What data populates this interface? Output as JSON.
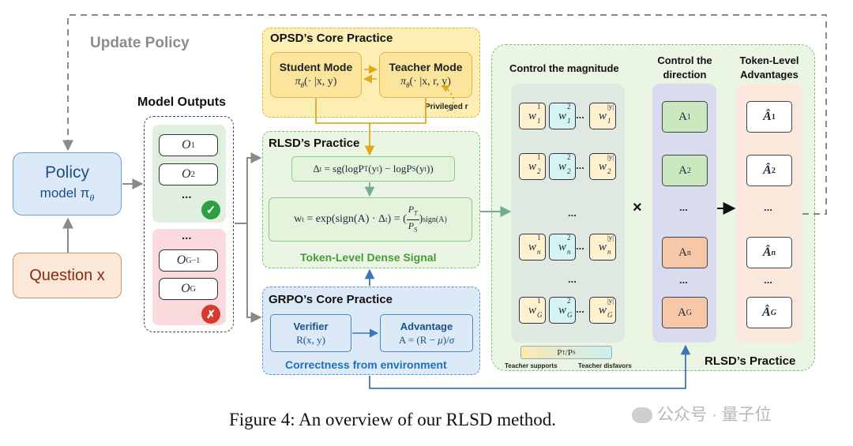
{
  "update_policy": "Update Policy",
  "policy": {
    "title": "Policy",
    "subtitle": "model π",
    "sub_symbol": "θ"
  },
  "question": "Question x",
  "model_outputs": {
    "title": "Model Outputs",
    "correct": [
      "O1",
      "O2",
      "..."
    ],
    "incorrect": [
      "...",
      "OG−1",
      "OG"
    ],
    "check_symbol": "✓",
    "cross_symbol": "✗"
  },
  "opsd": {
    "title": "OPSD’s  Core Practice",
    "student_title": "Student Mode",
    "student_formula": "πθ(· |x, y)",
    "teacher_title": "Teacher Mode",
    "teacher_formula": "πθ(· |x, r, y)",
    "privileged": "Privileged r"
  },
  "rlsd_left": {
    "title": "RLSD’s Practice",
    "delta_formula": "Δt = sg(logPT(yt) − logPS(yt))",
    "w_formula": "wt = exp(sign(A) · Δt) = (PT/PS)^sign(A)",
    "caption": "Token-Level Dense Signal"
  },
  "grpo": {
    "title": "GRPO’s Core Practice",
    "verifier_title": "Verifier",
    "verifier_formula": "R(x, y)",
    "advantage_title": "Advantage",
    "advantage_formula": "A = (R − μ)/σ",
    "caption": "Correctness from environment"
  },
  "rlsd_right": {
    "magnitude_title": "Control the magnitude",
    "direction_title": [
      "Control the",
      "direction"
    ],
    "advantages_title": [
      "Token-Level",
      "Advantages"
    ],
    "weight_rows": [
      "1",
      "2",
      "n",
      "G"
    ],
    "direction_items": [
      "A1",
      "A2",
      "An",
      "AG"
    ],
    "advantage_items": [
      "Â1",
      "Â2",
      "Ân",
      "ÂG"
    ],
    "multiply": "×",
    "ellipsis": "...",
    "legend_label": "PT/PS",
    "legend_left": "Teacher supports",
    "legend_right": "Teacher disfavors",
    "practice_label": "RLSD’s Practice"
  },
  "caption": "Figure 4:  An overview of our RLSD method.",
  "watermark": "公众号 · 量子位",
  "colors": {
    "policy_fill": "#dbe9f8",
    "question_fill": "#fbe8d8",
    "opsd_fill": "#fdeeb4",
    "rlsd_fill": "#eaf5e3",
    "grpo_fill": "#dceaf7",
    "green_item": "#c9e8c0",
    "orange_item": "#f6c8a8",
    "accent_blue": "#1f77c8",
    "accent_green": "#3a9a3a"
  }
}
